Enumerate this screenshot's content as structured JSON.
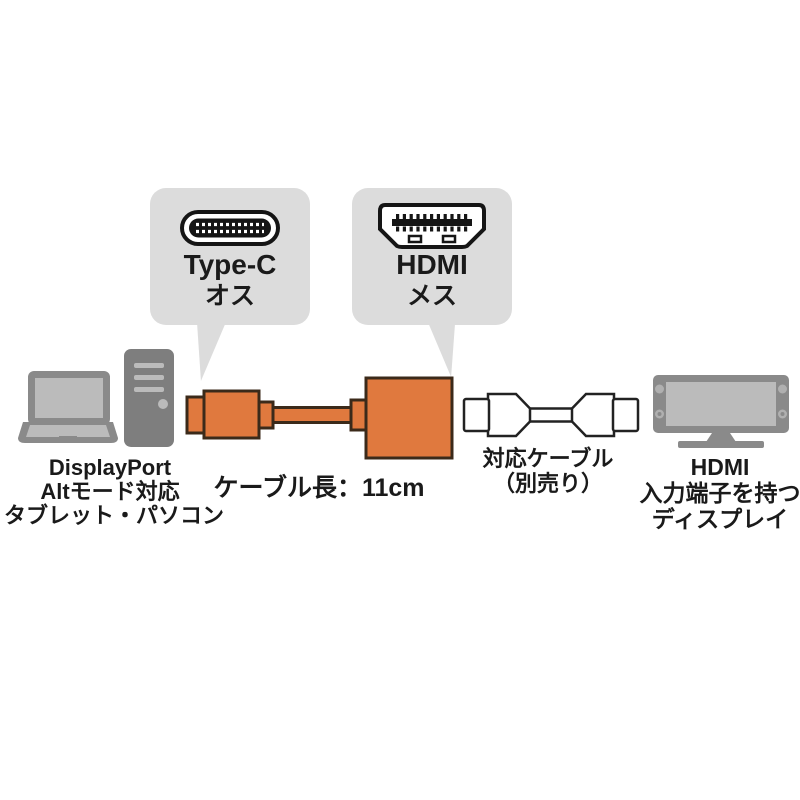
{
  "callouts": {
    "type_c": {
      "title": "Type-C",
      "gender": "オス"
    },
    "hdmi": {
      "title": "HDMI",
      "gender": "メス"
    }
  },
  "labels": {
    "source_device": [
      "DisplayPort",
      "Altモード対応",
      "タブレット・パソコン"
    ],
    "cable_length": "ケーブル長：11cm",
    "optional_cable": [
      "対応ケーブル",
      "（別売り）"
    ],
    "display_device": [
      "HDMI",
      "入力端子を持つ",
      "ディスプレイ"
    ]
  },
  "colors": {
    "adapter_orange": "#E0793E",
    "adapter_outline": "#3B2A1A",
    "callout_gray": "#DCDCDC",
    "device_gray": "#8A8A8A",
    "device_light_gray": "#BBBBBB",
    "tower_gray": "#7E7E7E",
    "connector_outline": "#151515",
    "cable_outline": "#222222",
    "text": "#1A1A1A"
  }
}
